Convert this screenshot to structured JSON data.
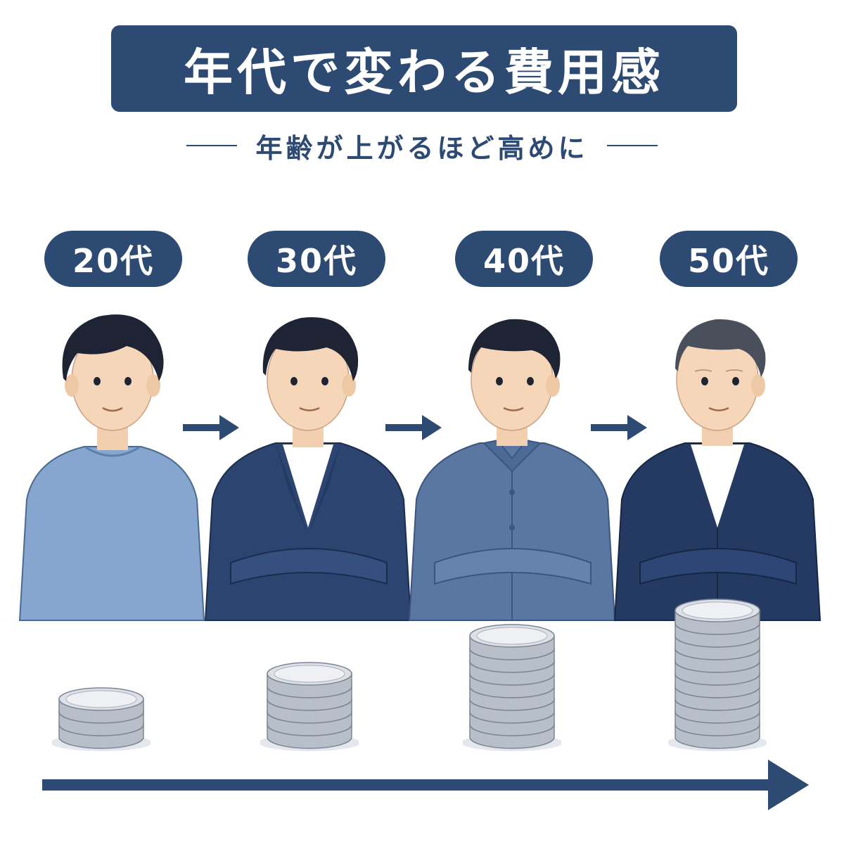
{
  "header": {
    "title": "年代で変わる費用感",
    "subtitle": "年齢が上がるほど高めに"
  },
  "ages": [
    {
      "label": "20代",
      "coin_count": 3
    },
    {
      "label": "30代",
      "coin_count": 5
    },
    {
      "label": "40代",
      "coin_count": 8
    },
    {
      "label": "50代",
      "coin_count": 10
    }
  ],
  "colors": {
    "navy": "#2d4a72",
    "skin": "#f6d6b8",
    "sweater": "#86a6cf",
    "jacket": "#2c4570",
    "shirt": "#5a77a2",
    "cardigan": "#243a63",
    "coin": "#c9ced6"
  }
}
